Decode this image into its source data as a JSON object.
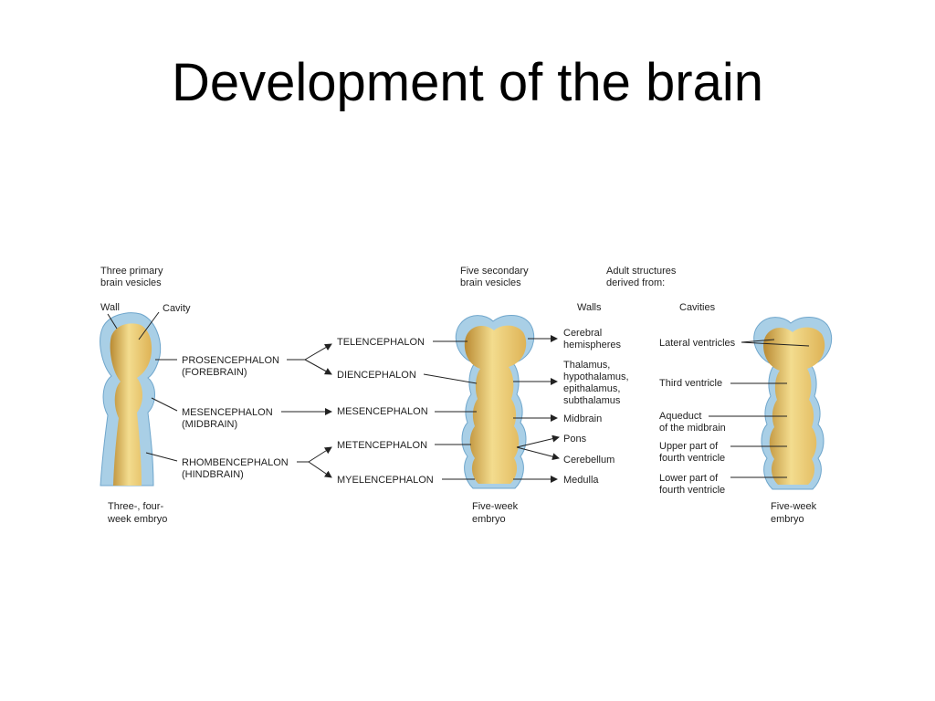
{
  "title": "Development of the brain",
  "colors": {
    "wall": "#a9cfe6",
    "wall_edge": "#6fa6cc",
    "cavity_light": "#f3dc8e",
    "cavity_mid": "#deb356",
    "cavity_dark": "#b98a33",
    "text": "#222222"
  },
  "left_panel": {
    "heading": [
      "Three primary",
      "brain vesicles"
    ],
    "wall_label": "Wall",
    "cavity_label": "Cavity",
    "caption": [
      "Three-, four-",
      "week embryo"
    ],
    "vesicles": [
      {
        "name": "PROSENCEPHALON",
        "alias": "(FOREBRAIN)"
      },
      {
        "name": "MESENCEPHALON",
        "alias": "(MIDBRAIN)"
      },
      {
        "name": "RHOMBENCEPHALON",
        "alias": "(HINDBRAIN)"
      }
    ]
  },
  "middle_panel": {
    "heading": [
      "Five secondary",
      "brain vesicles"
    ],
    "secondary": [
      "TELENCEPHALON",
      "DIENCEPHALON",
      "MESENCEPHALON",
      "METENCEPHALON",
      "MYELENCEPHALON"
    ],
    "caption": [
      "Five-week",
      "embryo"
    ]
  },
  "adult": {
    "heading": [
      "Adult structures",
      "derived from:"
    ],
    "walls_header": "Walls",
    "cavities_header": "Cavities",
    "walls": [
      [
        "Cerebral",
        "hemispheres"
      ],
      [
        "Thalamus,",
        "hypothalamus,",
        "epithalamus,",
        "subthalamus"
      ],
      [
        "Midbrain"
      ],
      [
        "Pons"
      ],
      [
        "Cerebellum"
      ],
      [
        "Medulla"
      ]
    ],
    "cavities": [
      [
        "Lateral ventricles"
      ],
      [
        "Third ventricle"
      ],
      [
        "Aqueduct",
        "of the midbrain"
      ],
      [
        "Upper part of",
        "fourth ventricle"
      ],
      [
        "Lower part of",
        "fourth ventricle"
      ]
    ],
    "caption": [
      "Five-week",
      "embryo"
    ]
  }
}
